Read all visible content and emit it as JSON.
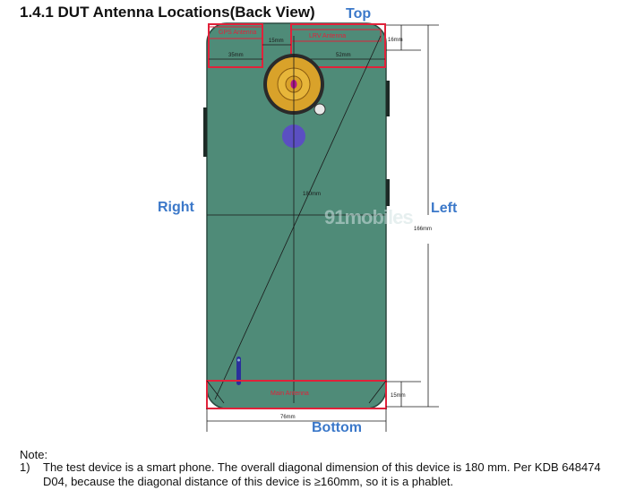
{
  "heading": "1.4.1   DUT Antenna Locations(Back View)",
  "orientation": {
    "top": "Top",
    "right": "Right",
    "left": "Left",
    "bottom": "Bottom"
  },
  "antennas": {
    "top_left": "GPS Antenna",
    "top_right": "LRV Antenna",
    "bottom": "Main Antenna"
  },
  "dimensions": {
    "top_gap": "15mm",
    "top_height": "16mm",
    "left_width": "35mm",
    "right_width": "52mm",
    "diagonal": "180mm",
    "height": "166mm",
    "bottom_height": "15mm",
    "width": "76mm"
  },
  "watermark": "91mobiles",
  "note": {
    "title": "Note:",
    "item_number": "1)",
    "line1": "The test device is a smart phone. The overall diagonal dimension of this device is 180 mm. Per KDB 648474",
    "line2": "D04, because the diagonal distance of this device is ≥160mm, so it is a phablet."
  },
  "colors": {
    "phone_body": "#4f8b78",
    "antenna_red": "#e0223a",
    "label_blue": "#3b78c9",
    "camera_ring": "#d9a22a",
    "sensor_purple": "#5b4fc2"
  }
}
